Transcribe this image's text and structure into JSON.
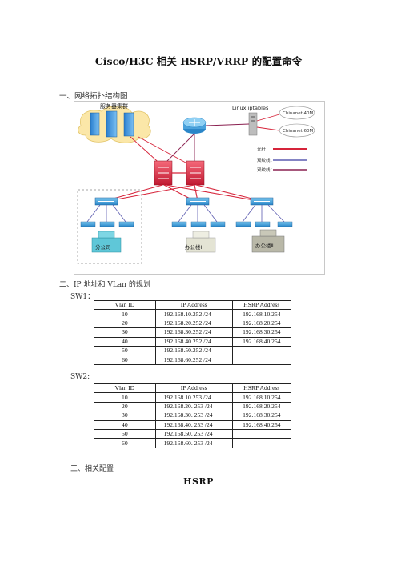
{
  "title": "Cisco/H3C 相关 HSRP/VRRP 的配置命令",
  "section1": "一、网络拓扑结构图",
  "diagram": {
    "server_cluster_label": "服务器集群",
    "linux_label": "Linux iptables",
    "isp1": "Chinanet 40M",
    "isp2": "Chinanet 60M",
    "legend": [
      {
        "label": "光纤：",
        "color": "#d6243a"
      },
      {
        "label": "双绞线：",
        "color": "#5b5bb0"
      },
      {
        "label": "双绞线：",
        "color": "#8a2050"
      }
    ],
    "building1": "分公司",
    "building2": "办公楼Ⅰ",
    "building3": "办公楼Ⅱ"
  },
  "section2": "二、IP 地址和 VLan 的规划",
  "sw1": {
    "label": "SW1：",
    "headers": [
      "Vlan ID",
      "IP Address",
      "HSRP Address"
    ],
    "rows": [
      [
        "10",
        "192.168.10.252    /24",
        "192.168.10.254"
      ],
      [
        "20",
        "192.168.20.252    /24",
        "192.168.20.254"
      ],
      [
        "30",
        "192.168.30.252    /24",
        "192.168.30.254"
      ],
      [
        "40",
        "192.168.40.252    /24",
        "192.168.40.254"
      ],
      [
        "50",
        "192.168.50.252    /24",
        ""
      ],
      [
        "60",
        "192.168.60.252    /24",
        ""
      ]
    ]
  },
  "sw2": {
    "label": "SW2:",
    "headers": [
      "Vlan ID",
      "IP Address",
      "HSRP Address"
    ],
    "rows": [
      [
        "10",
        "192.168.10.253    /24",
        "192.168.10.254"
      ],
      [
        "20",
        "192.168.20. 253    /24",
        "192.168.20.254"
      ],
      [
        "30",
        "192.168.30. 253    /24",
        "192.168.30.254"
      ],
      [
        "40",
        "192.168.40. 253    /24",
        "192.168.40.254"
      ],
      [
        "50",
        "192.168.50. 253    /24",
        ""
      ],
      [
        "60",
        "192.168.60. 253    /24",
        ""
      ]
    ]
  },
  "section3": "三、相关配置",
  "hsrp_heading": "HSRP"
}
